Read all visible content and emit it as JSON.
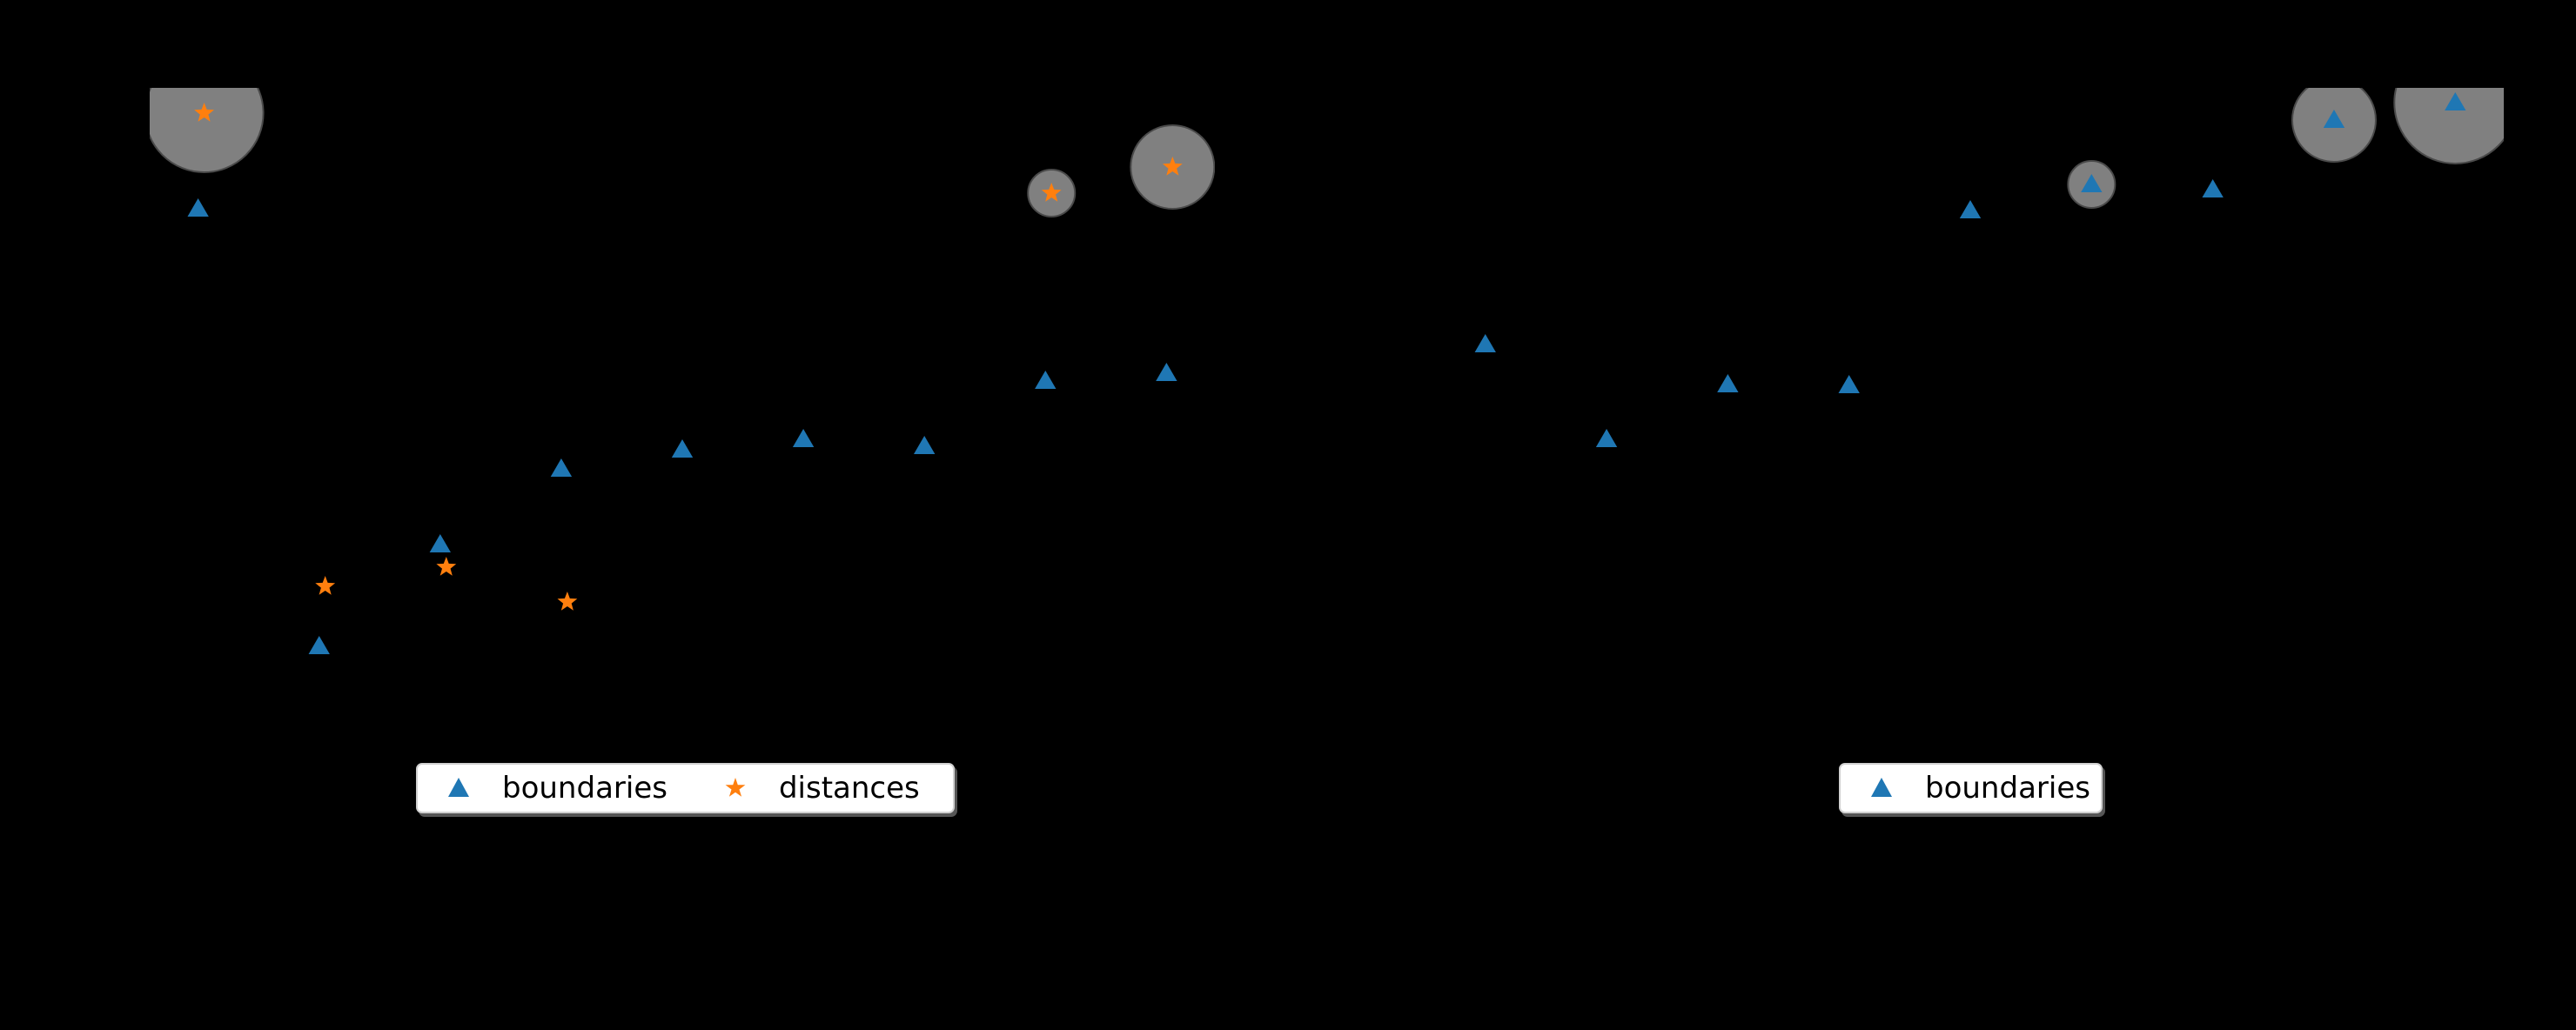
{
  "figure": {
    "background": "#000000",
    "colors": {
      "boundaries": "#1f77b4",
      "distances": "#ff7f0e",
      "highlight_circle_fill": "#808080",
      "highlight_circle_edge": "#4a4a4a"
    }
  },
  "chart_data": [
    {
      "type": "scatter",
      "panel": "left",
      "title": "",
      "xlabel": "",
      "ylabel": "",
      "grid": false,
      "axes_visible": false,
      "x": [
        0,
        1,
        2,
        3,
        4,
        5,
        6,
        7,
        8
      ],
      "xlim": [
        -0.4,
        8.4
      ],
      "ylim": [
        -0.7,
        8.99
      ],
      "series": [
        {
          "name": "boundaries",
          "marker": "triangle-up",
          "color": "#1f77b4",
          "x": [
            0,
            1,
            2,
            3,
            4,
            5,
            6,
            7,
            8
          ],
          "values": [
            7.6,
            2.57,
            3.74,
            4.61,
            4.83,
            4.95,
            4.87,
            5.62,
            5.71
          ]
        },
        {
          "name": "distances",
          "marker": "star",
          "color": "#ff7f0e",
          "x": [
            0.05,
            1.05,
            2.05,
            3.05,
            7.05,
            8.05
          ],
          "values": [
            8.7,
            3.26,
            3.48,
            3.08,
            7.78,
            8.08
          ]
        }
      ],
      "highlight_circles": [
        {
          "x": 0.05,
          "y": 8.7,
          "radius_px": 68
        },
        {
          "x": 7.05,
          "y": 7.78,
          "radius_px": 27
        },
        {
          "x": 8.05,
          "y": 8.08,
          "radius_px": 48
        }
      ],
      "legend": {
        "position": "lower center",
        "entries": [
          {
            "label": "boundaries",
            "marker": "triangle-up",
            "color": "#1f77b4"
          },
          {
            "label": "distances",
            "marker": "star",
            "color": "#ff7f0e"
          }
        ]
      }
    },
    {
      "type": "scatter",
      "panel": "right",
      "title": "",
      "xlabel": "",
      "ylabel": "",
      "grid": false,
      "axes_visible": false,
      "x": [
        0,
        1,
        2,
        3,
        4,
        5,
        6,
        7,
        8
      ],
      "xlim": [
        -0.4,
        8.4
      ],
      "ylim": [
        -0.7,
        8.99
      ],
      "series": [
        {
          "name": "boundaries",
          "marker": "triangle-up",
          "color": "#1f77b4",
          "x": [
            0,
            1,
            2,
            3,
            4,
            5,
            6,
            7,
            8
          ],
          "values": [
            6.04,
            4.95,
            5.58,
            5.57,
            7.58,
            7.88,
            7.82,
            8.62,
            8.82
          ]
        }
      ],
      "highlight_circles": [
        {
          "x": 5,
          "y": 7.88,
          "radius_px": 27
        },
        {
          "x": 7,
          "y": 8.62,
          "radius_px": 48
        },
        {
          "x": 8,
          "y": 8.82,
          "radius_px": 70
        }
      ],
      "legend": {
        "position": "lower center",
        "entries": [
          {
            "label": "boundaries",
            "marker": "triangle-up",
            "color": "#1f77b4"
          }
        ]
      }
    }
  ],
  "legends": {
    "left": {
      "boundaries": "boundaries",
      "distances": "distances"
    },
    "right": {
      "boundaries": "boundaries"
    }
  }
}
